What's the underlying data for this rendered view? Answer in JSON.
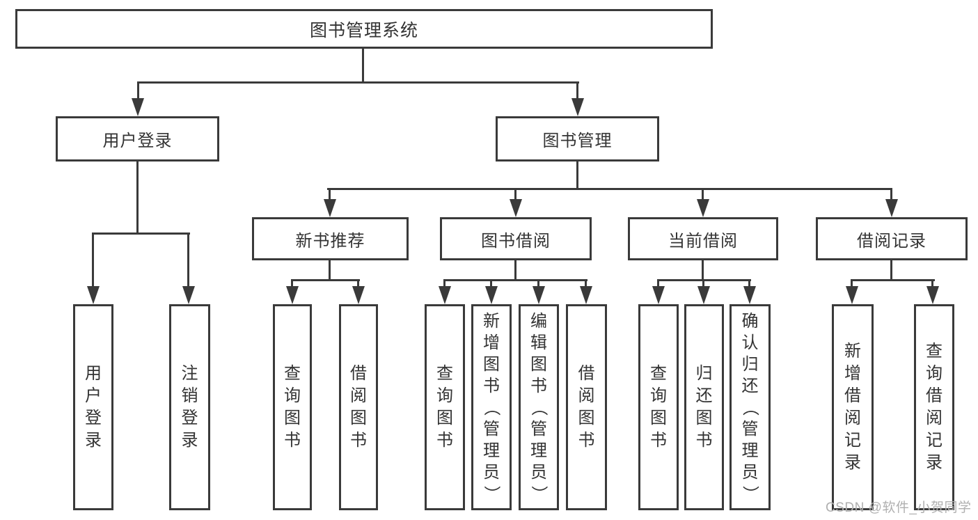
{
  "diagram": {
    "root": "图书管理系统",
    "level2": {
      "user_login": "用户登录",
      "book_mgmt": "图书管理"
    },
    "level3": {
      "new_books": "新书推荐",
      "book_borrow": "图书借阅",
      "current_borrow": "当前借阅",
      "borrow_records": "借阅记录"
    },
    "leaves": {
      "user_login_1": "用户登录",
      "user_login_2": "注销登录",
      "new_books_1": "查询图书",
      "new_books_2": "借阅图书",
      "book_borrow_1": "查询图书",
      "book_borrow_2": "新增图书（管理员）",
      "book_borrow_3": "编辑图书（管理员）",
      "book_borrow_4": "借阅图书",
      "current_borrow_1": "查询图书",
      "current_borrow_2": "归还图书",
      "current_borrow_3": "确认归还（管理员）",
      "borrow_records_1": "新增借阅记录",
      "borrow_records_2": "查询借阅记录"
    },
    "watermark": "CSDN @软件_小贺同学",
    "colors": {
      "line": "#3a3a3a",
      "text": "#333333",
      "watermark": "#b0b0b0",
      "background": "#ffffff"
    }
  }
}
